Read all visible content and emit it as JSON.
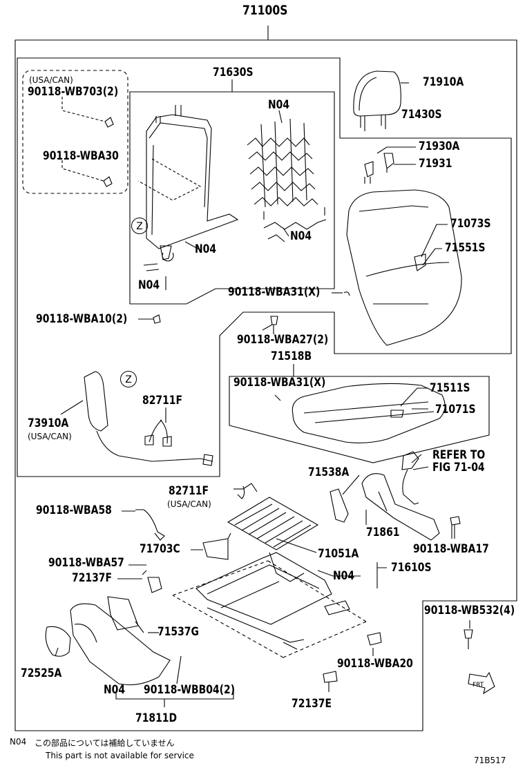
{
  "diagram": {
    "main_assembly": "71100S",
    "note_code": "N04",
    "note_japanese": "この部品については補給していません",
    "note_english": "This part is not available for service",
    "diagram_id": "71B517",
    "z_marker": "Z",
    "labels": {
      "usa_can_1": "(USA/CAN)",
      "p90118_wb703": "90118-WB703(2)",
      "p90118_wba30": "90118-WBA30",
      "p71630s": "71630S",
      "n04_a": "N04",
      "n04_b": "N04",
      "n04_c": "N04",
      "n04_d": "N04",
      "p71910a": "71910A",
      "p71430s": "71430S",
      "p71930a": "71930A",
      "p71931": "71931",
      "p71073s": "71073S",
      "p71551s": "71551S",
      "p90118_wba31_a": "90118-WBA31(X)",
      "p90118_wba10": "90118-WBA10(2)",
      "p90118_wba27": "90118-WBA27(2)",
      "p71518b": "71518B",
      "p90118_wba31_b": "90118-WBA31(X)",
      "p71511s": "71511S",
      "p71071s": "71071S",
      "p73910a": "73910A",
      "usa_can_2": "(USA/CAN)",
      "p82711f_a": "82711F",
      "refer_1": "REFER TO",
      "refer_2": "FIG 71-04",
      "p71538a": "71538A",
      "p82711f_b": "82711F",
      "usa_can_3": "(USA/CAN)",
      "p90118_wba58": "90118-WBA58",
      "p71861": "71861",
      "p71703c": "71703C",
      "p71051a": "71051A",
      "p90118_wba17": "90118-WBA17",
      "p90118_wba57": "90118-WBA57",
      "p72137f": "72137F",
      "n04_e": "N04",
      "p71610s": "71610S",
      "p90118_wb532": "90118-WB532(4)",
      "p71537g": "71537G",
      "p72525a": "72525A",
      "p90118_wba20": "90118-WBA20",
      "n04_f": "N04",
      "p90118_wbb04": "90118-WBB04(2)",
      "p72137e": "72137E",
      "p71811d": "71811D"
    }
  }
}
